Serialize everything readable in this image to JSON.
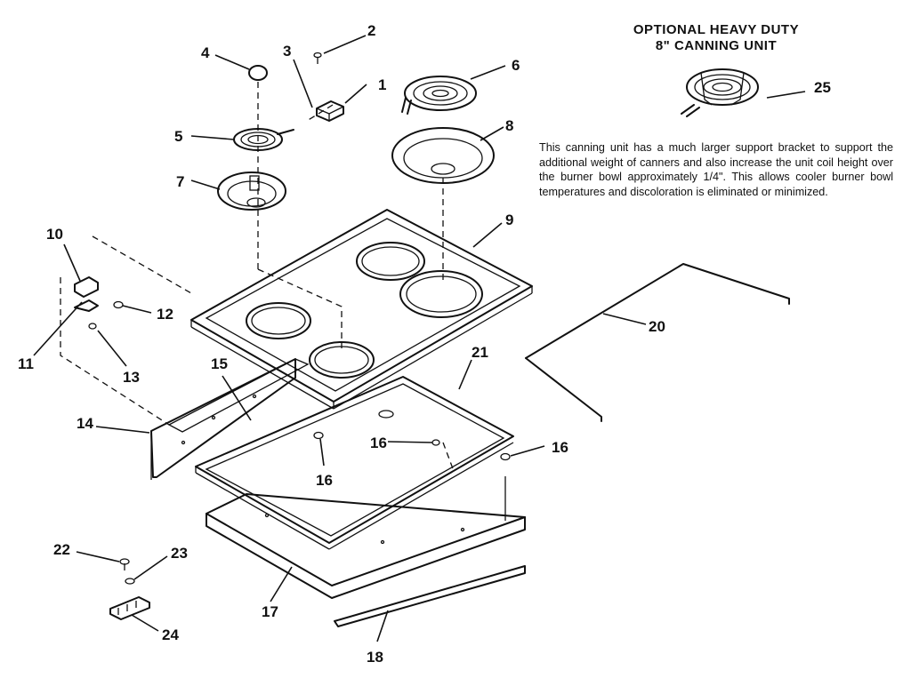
{
  "heading": {
    "line1": "OPTIONAL HEAVY DUTY",
    "line2": "8\" CANNING UNIT"
  },
  "note": "This canning unit has a much larger support bracket to support the additional weight of canners and also increase the unit coil height over the burner bowl approximately 1/4\". This allows cooler burner bowl temperatures and discoloration is eliminated or minimized.",
  "callouts": {
    "c1": "1",
    "c2": "2",
    "c3": "3",
    "c4": "4",
    "c5": "5",
    "c6": "6",
    "c7": "7",
    "c8": "8",
    "c9": "9",
    "c10": "10",
    "c11": "11",
    "c12": "12",
    "c13": "13",
    "c14": "14",
    "c15": "15",
    "c16a": "16",
    "c16b": "16",
    "c16c": "16",
    "c17": "17",
    "c18": "18",
    "c20": "20",
    "c21": "21",
    "c22": "22",
    "c23": "23",
    "c24": "24",
    "c25": "25"
  }
}
